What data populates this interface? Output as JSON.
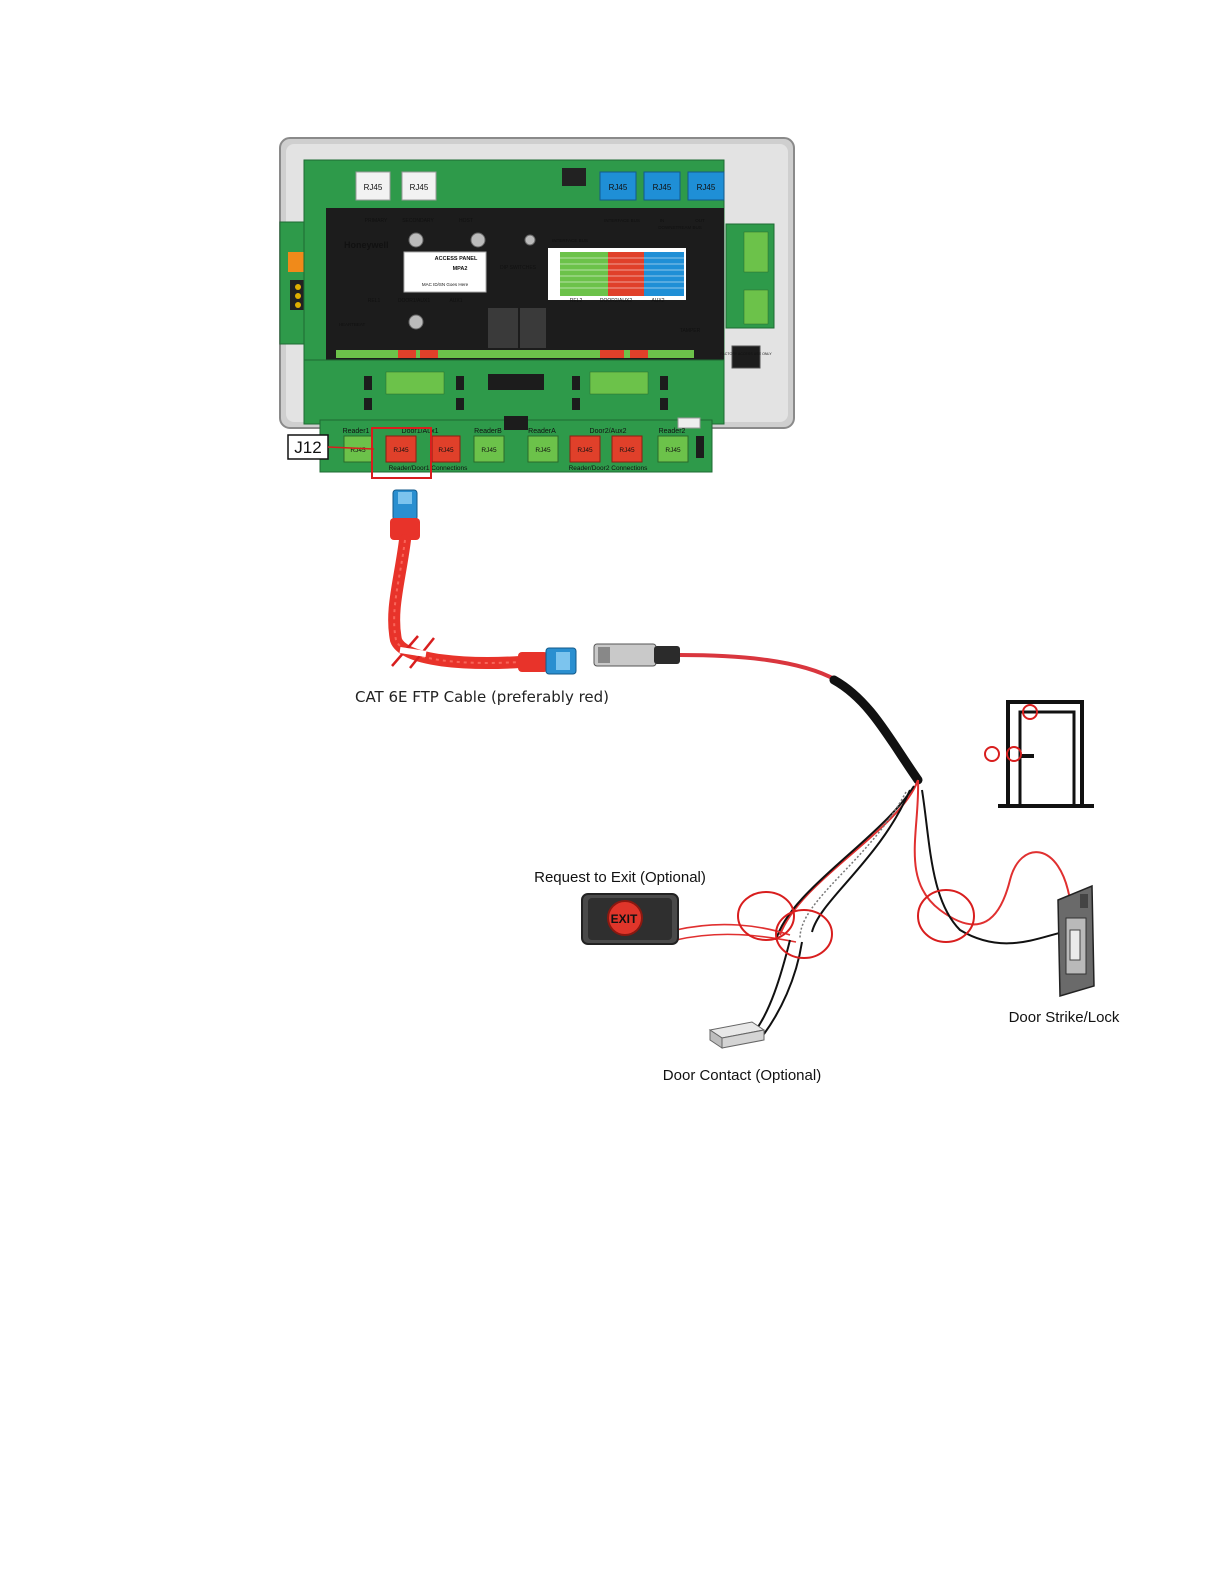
{
  "panel": {
    "brand": "Honeywell",
    "label_title": "ACCESS PANEL",
    "label_model": "MPA2",
    "label_mac": "MAC ID/SN Goes Here",
    "top_ports": [
      "RJ45",
      "RJ45",
      "RJ45",
      "RJ45",
      "RJ45"
    ],
    "top_headers": [
      "PRIMARY",
      "SECONDARY",
      "HOST"
    ],
    "bus_headers": [
      "INTERFACE BUS",
      "IN",
      "OUT",
      "DOWNSTREAM BUS"
    ],
    "sections": [
      "REL1",
      "DOOR1/AUX1",
      "AUX1",
      "DIP SWITCHES",
      "REL2",
      "DOOR2/AUX2",
      "AUX2",
      "TAMPER",
      "HEARTBEAT",
      "INTERFACE BUS"
    ],
    "side_label": "FACTORY ACCESS USE ONLY"
  },
  "board": {
    "connector_tag": "J12",
    "group_labels": [
      "Reader1",
      "Door1/Aux1",
      "ReaderB",
      "ReaderA",
      "Door2/Aux2",
      "Reader2"
    ],
    "ports": [
      "RJ45",
      "RJ45",
      "RJ45",
      "RJ45",
      "RJ45",
      "RJ45",
      "RJ45",
      "RJ45"
    ],
    "bottom_labels": [
      "Reader/Door1 Connections",
      "Reader/Door2 Connections"
    ]
  },
  "labels": {
    "cable": "CAT 6E FTP Cable (preferably red)",
    "rex": "Request to Exit (Optional)",
    "rex_button": "EXIT",
    "contact": "Door Contact (Optional)",
    "strike": "Door Strike/Lock"
  },
  "colors": {
    "board_green": "#2e9a4a",
    "panel_black": "#1c1c1c",
    "port_red": "#e0402a",
    "port_green": "#6cc24a",
    "port_blue": "#1f8fd6",
    "cable_red": "#e8332a",
    "highlight_red": "#d81e1e"
  }
}
